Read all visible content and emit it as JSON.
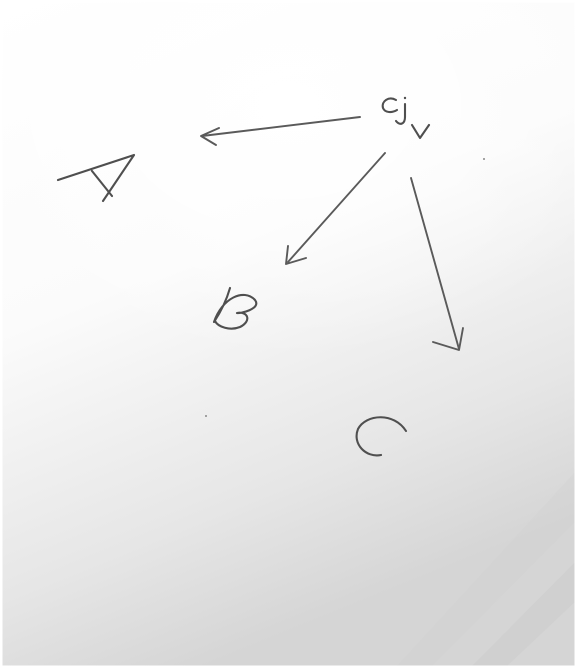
{
  "diagram": {
    "source_label": "cjv",
    "targets": [
      "A",
      "B",
      "C"
    ],
    "edges": [
      {
        "from": "cjv",
        "to": "A"
      },
      {
        "from": "cjv",
        "to": "B"
      },
      {
        "from": "cjv",
        "to": "C"
      }
    ],
    "colors": {
      "paper": "#ffffff",
      "ink": "#4f4f4f",
      "shadow": "#d9d9d9"
    }
  }
}
